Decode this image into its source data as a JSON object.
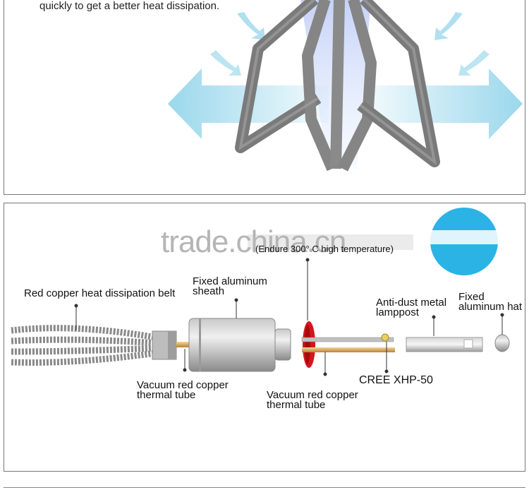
{
  "intro": {
    "text": "quickly to get a better heat dissipation."
  },
  "watermark": {
    "text": "trade.china.cn"
  },
  "labels": {
    "heat_belt": "Red copper heat dissipation belt",
    "sheath": "Fixed aluminum\nsheath",
    "thermal_tube_1": "Vacuum red copper\nthermal tube",
    "thermal_tube_2": "Vacuum red copper\nthermal tube",
    "temperature": "(Endure 300° C high temperature)",
    "lamppost": "Anti-dust metal\nlamppost",
    "hat": "Fixed\naluminum hat",
    "led": "CREE XHP-50"
  },
  "colors": {
    "arrow": "#8fd3ea",
    "belt": "#7d7d7d",
    "sheath": "#a8a8a8",
    "copper": "#d9a55a",
    "red_ring": "#d8141a",
    "blue_badge": "#2bb3e6"
  }
}
